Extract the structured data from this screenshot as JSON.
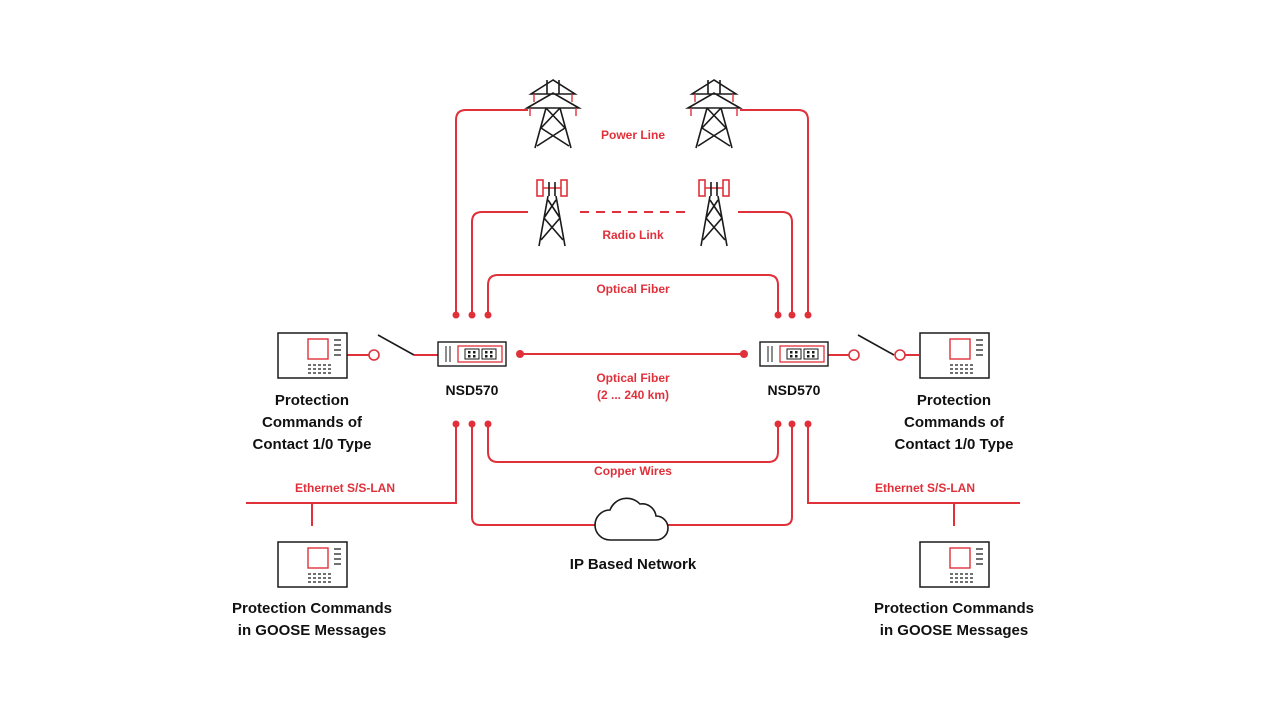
{
  "colors": {
    "accent": "#e0313b",
    "ink": "#1a1a1a",
    "background": "#ffffff"
  },
  "links": {
    "power_line": "Power Line",
    "radio_link": "Radio Link",
    "optical_fiber_top": "Optical Fiber",
    "optical_fiber_mid": "Optical Fiber",
    "optical_fiber_range": "(2 ... 240 km)",
    "copper_wires": "Copper Wires",
    "ethernet_left": "Ethernet S/S-LAN",
    "ethernet_right": "Ethernet S/S-LAN"
  },
  "devices": {
    "left_terminal": "NSD570",
    "right_terminal": "NSD570"
  },
  "network": {
    "ip_label": "IP Based Network"
  },
  "relays": {
    "left_contact": [
      "Protection",
      "Commands of",
      "Contact 1/0 Type"
    ],
    "right_contact": [
      "Protection",
      "Commands of",
      "Contact 1/0 Type"
    ],
    "left_goose": [
      "Protection Commands",
      "in GOOSE Messages"
    ],
    "right_goose": [
      "Protection Commands",
      "in GOOSE Messages"
    ]
  },
  "icons": [
    "transmission-tower-icon",
    "radio-tower-icon",
    "protection-relay-icon",
    "circuit-breaker-icon",
    "cloud-icon",
    "nsd570-device-icon"
  ]
}
